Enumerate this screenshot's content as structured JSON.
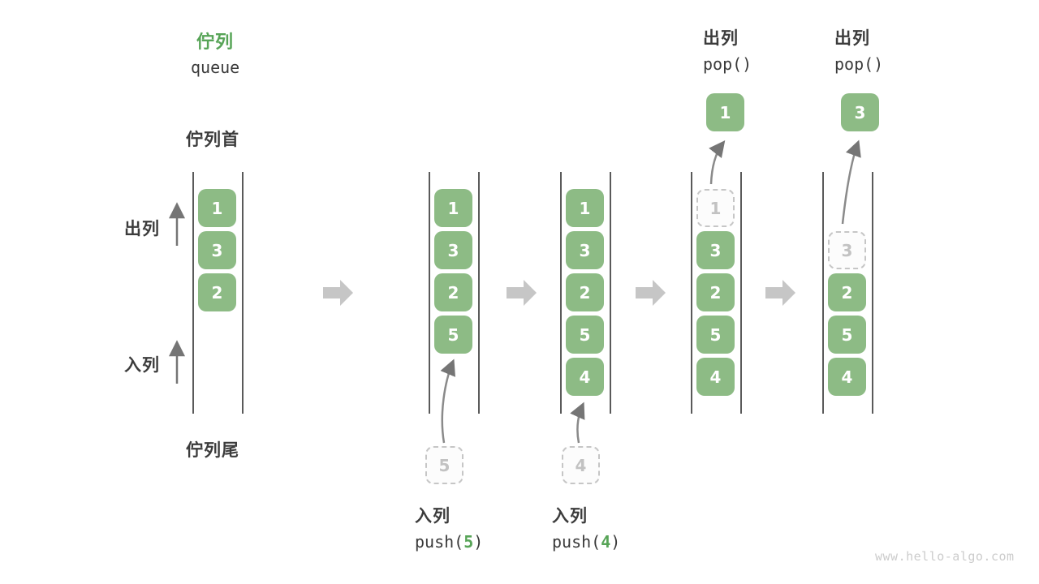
{
  "header": {
    "title_zh": "佇列",
    "title_en": "queue"
  },
  "side_labels": {
    "front": "佇列首",
    "rear": "佇列尾",
    "dequeue": "出列",
    "enqueue": "入列"
  },
  "pop_events": [
    {
      "label": "出列",
      "code": "pop()",
      "value": "1"
    },
    {
      "label": "出列",
      "code": "pop()",
      "value": "3"
    }
  ],
  "push_events": [
    {
      "label": "入列",
      "code_before": "push(",
      "arg": "5",
      "code_after": ")"
    },
    {
      "label": "入列",
      "code_before": "push(",
      "arg": "4",
      "code_after": ")"
    }
  ],
  "queue_states": [
    {
      "cells": [
        {
          "value": "1",
          "row": 0,
          "dashed": false
        },
        {
          "value": "3",
          "row": 1,
          "dashed": false
        },
        {
          "value": "2",
          "row": 2,
          "dashed": false
        }
      ]
    },
    {
      "cells": [
        {
          "value": "1",
          "row": 0,
          "dashed": false
        },
        {
          "value": "3",
          "row": 1,
          "dashed": false
        },
        {
          "value": "2",
          "row": 2,
          "dashed": false
        },
        {
          "value": "5",
          "row": 3,
          "dashed": false
        }
      ]
    },
    {
      "cells": [
        {
          "value": "1",
          "row": 0,
          "dashed": false
        },
        {
          "value": "3",
          "row": 1,
          "dashed": false
        },
        {
          "value": "2",
          "row": 2,
          "dashed": false
        },
        {
          "value": "5",
          "row": 3,
          "dashed": false
        },
        {
          "value": "4",
          "row": 4,
          "dashed": false
        }
      ]
    },
    {
      "cells": [
        {
          "value": "1",
          "row": 0,
          "dashed": true
        },
        {
          "value": "3",
          "row": 1,
          "dashed": false
        },
        {
          "value": "2",
          "row": 2,
          "dashed": false
        },
        {
          "value": "5",
          "row": 3,
          "dashed": false
        },
        {
          "value": "4",
          "row": 4,
          "dashed": false
        }
      ]
    },
    {
      "cells": [
        {
          "value": "3",
          "row": 1,
          "dashed": true
        },
        {
          "value": "2",
          "row": 2,
          "dashed": false
        },
        {
          "value": "5",
          "row": 3,
          "dashed": false
        },
        {
          "value": "4",
          "row": 4,
          "dashed": false
        }
      ]
    }
  ],
  "colors": {
    "box_green": "#8dbb85",
    "accent_green": "#57a457",
    "dashed_gray": "#c6c6c6",
    "block_arrow_gray": "#c6c6c6",
    "thin_arrow_gray": "#757575"
  },
  "watermark": "www.hello-algo.com"
}
